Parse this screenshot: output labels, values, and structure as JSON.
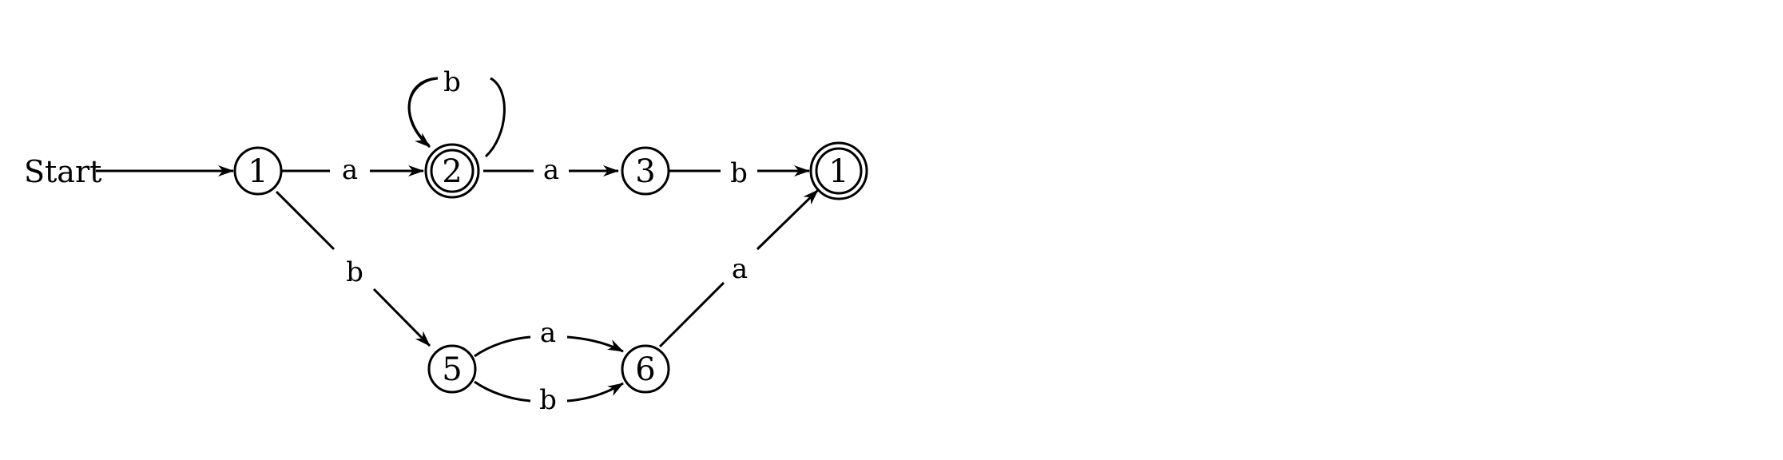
{
  "diagram": {
    "start_label": "Start",
    "states": [
      {
        "id": "1",
        "label": "1",
        "accepting": false
      },
      {
        "id": "2",
        "label": "2",
        "accepting": true
      },
      {
        "id": "3",
        "label": "3",
        "accepting": false
      },
      {
        "id": "4",
        "label": "1",
        "accepting": true
      },
      {
        "id": "5",
        "label": "5",
        "accepting": false
      },
      {
        "id": "6",
        "label": "6",
        "accepting": false
      }
    ],
    "edges": [
      {
        "from": "start",
        "to": "1",
        "label": ""
      },
      {
        "from": "1",
        "to": "2",
        "label": "a"
      },
      {
        "from": "2",
        "to": "2",
        "label": "b"
      },
      {
        "from": "2",
        "to": "3",
        "label": "a"
      },
      {
        "from": "3",
        "to": "4",
        "label": "b"
      },
      {
        "from": "1",
        "to": "5",
        "label": "b"
      },
      {
        "from": "5",
        "to": "6",
        "label": "a"
      },
      {
        "from": "5",
        "to": "6",
        "label": "b"
      },
      {
        "from": "6",
        "to": "4",
        "label": "a"
      }
    ]
  }
}
